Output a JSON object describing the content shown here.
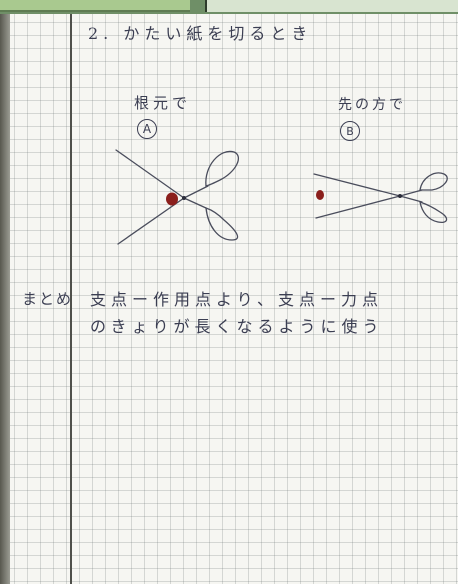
{
  "note": {
    "heading": "2. かたい紙を切るとき",
    "case_a": {
      "label": "根元で",
      "marker": "A"
    },
    "case_b": {
      "label": "先の方で",
      "marker": "B"
    },
    "summary_label": "まとめ",
    "summary_lines": [
      "支点ー作用点より、支点ー力点",
      "のきょりが長くなるように使う"
    ]
  },
  "colors": {
    "ink": "#3b3e52",
    "paper_mark": "#8b1f1c",
    "grid": "#9aa3a3"
  },
  "icons": [
    "scissors-root-cut-icon",
    "scissors-tip-cut-icon"
  ]
}
